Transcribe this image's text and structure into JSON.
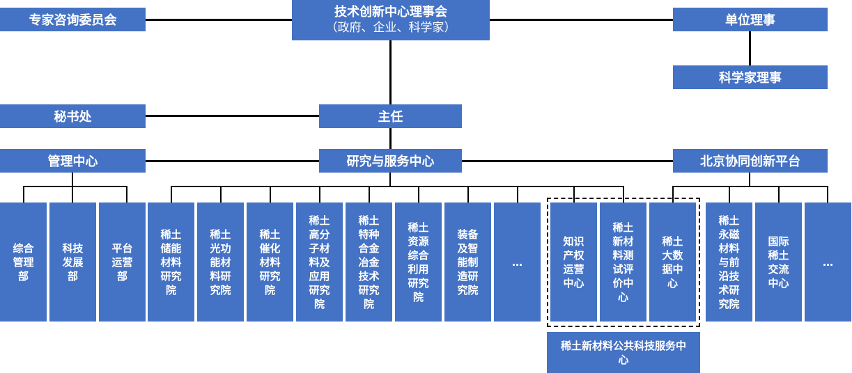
{
  "diagram": {
    "council": {
      "title": "技术创新中心理事会",
      "subtitle": "（政府、企业、科学家）"
    },
    "experts": "专家咨询委员会",
    "unit_board": "单位理事",
    "scientist_board": "科学家理事",
    "secretariat": "秘书处",
    "director": "主任",
    "management_center": "管理中心",
    "research_service_center": "研究与服务中心",
    "beijing_platform": "北京协同创新平台",
    "management_departments": [
      "综合管理部",
      "科技发展部",
      "平台运营部"
    ],
    "research_institutes": [
      "稀土储能材料研究院",
      "稀土光功能材料研究院",
      "稀土催化材料研究院",
      "稀土高分子材料及应用研究院",
      "稀土特种合金冶金技术研究院",
      "稀土资源综合利用研究院",
      "装备及智能制造研究院",
      "…"
    ],
    "service_centers": [
      "知识产权运营中心",
      "稀土新材料测试评价中心",
      "稀土大数据中心"
    ],
    "public_service_label": "稀土新材料公共科技服务中心",
    "beijing_units": [
      "稀土永磁材料与前沿技术研究院",
      "国际稀土交流中心",
      "…"
    ]
  }
}
